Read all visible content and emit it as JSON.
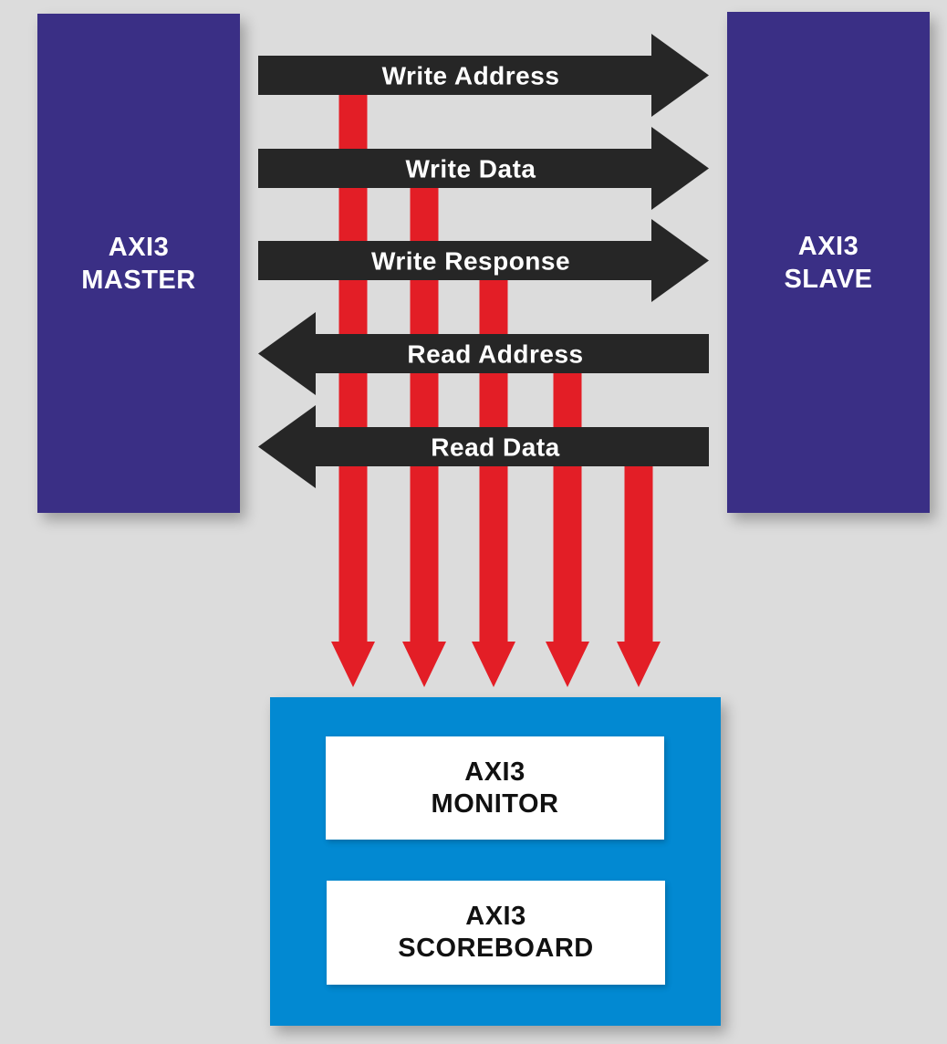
{
  "colors": {
    "background": "#dcdcdc",
    "endpoint_block": "#3a2f85",
    "channel_arrow": "#262626",
    "tap_arrow": "#e31e26",
    "environment": "#0289d2",
    "component_box": "#ffffff"
  },
  "master": {
    "lines": [
      "AXI3",
      "MASTER"
    ]
  },
  "slave": {
    "lines": [
      "AXI3",
      "SLAVE"
    ]
  },
  "channels": [
    {
      "label": "Write Address",
      "direction": "master-to-slave"
    },
    {
      "label": "Write Data",
      "direction": "master-to-slave"
    },
    {
      "label": "Write Response",
      "direction": "master-to-slave"
    },
    {
      "label": "Read Address",
      "direction": "slave-to-master"
    },
    {
      "label": "Read Data",
      "direction": "slave-to-master"
    }
  ],
  "taps": [
    {
      "from_channel": "Write Address",
      "to": "AXI3 MONITOR environment"
    },
    {
      "from_channel": "Write Data",
      "to": "AXI3 MONITOR environment"
    },
    {
      "from_channel": "Write Response",
      "to": "AXI3 MONITOR environment"
    },
    {
      "from_channel": "Read Address",
      "to": "AXI3 MONITOR environment"
    },
    {
      "from_channel": "Read Data",
      "to": "AXI3 MONITOR environment"
    }
  ],
  "environment": {
    "monitor": {
      "lines": [
        "AXI3",
        "MONITOR"
      ]
    },
    "scoreboard": {
      "lines": [
        "AXI3",
        "SCOREBOARD"
      ]
    }
  }
}
